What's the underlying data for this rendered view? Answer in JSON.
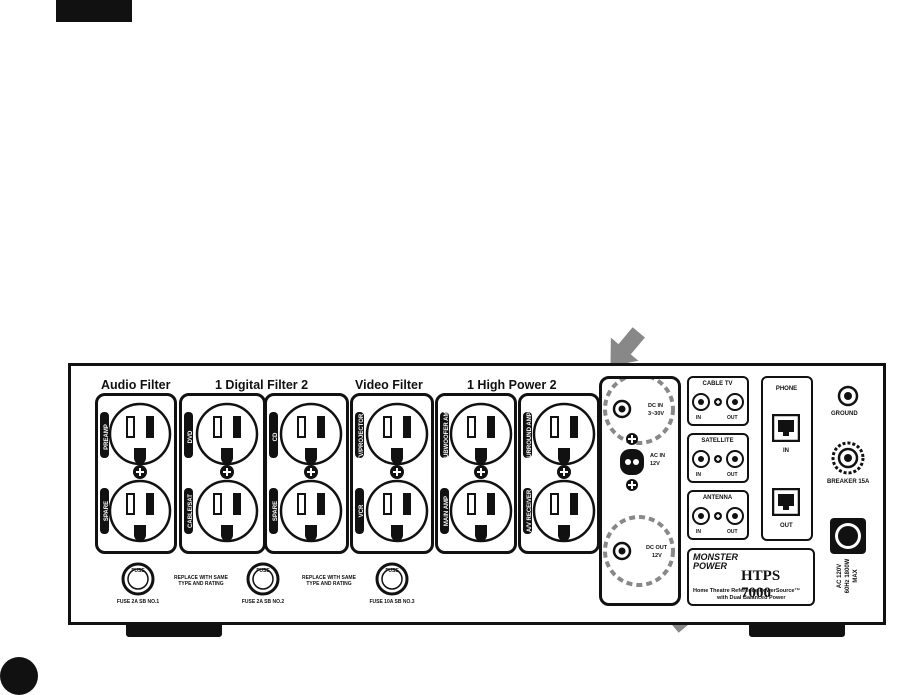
{
  "groups": {
    "audio_filter": "Audio Filter",
    "digital_filter": "1  Digital  Filter  2",
    "video_filter": "Video Filter",
    "high_power": "1   High  Power   2"
  },
  "outlets": [
    {
      "top": "PREAMP",
      "bottom": "SPARE"
    },
    {
      "top": "DVD",
      "bottom": "CABLE/SAT"
    },
    {
      "top": "CD",
      "bottom": "SPARE"
    },
    {
      "top": "TV/PROJECTOR",
      "bottom": "VCR"
    },
    {
      "top": "SUBWOOFER AMP",
      "bottom": "MAIN AMP"
    },
    {
      "top": "SURROUND AMP",
      "bottom": "A/V RECEIVER"
    }
  ],
  "fuses": [
    {
      "label": "FUSE",
      "caption": "FUSE 2A SB NO.1"
    },
    {
      "label": "FUSE",
      "caption": "FUSE 2A SB NO.2"
    },
    {
      "label": "FUSE",
      "caption": "FUSE 10A SB NO.3"
    }
  ],
  "replace_notes": [
    "REPLACE WITH SAME TYPE AND RATING",
    "REPLACE WITH SAME TYPE AND RATING"
  ],
  "dc_in": {
    "line1": "DC IN",
    "line2": "3~30V"
  },
  "ac_in": {
    "line1": "AC IN",
    "line2": "12V"
  },
  "dc_out": {
    "line1": "DC OUT",
    "line2": "12V"
  },
  "coax": {
    "cable_tv": "CABLE TV",
    "satellite": "SATELLITE",
    "antenna": "ANTENNA",
    "in": "IN",
    "out": "OUT"
  },
  "phone": {
    "title": "PHONE",
    "in": "IN",
    "out": "OUT"
  },
  "ground": "GROUND",
  "breaker": "BREAKER 15A",
  "ac_rating": "AC 120V 60Hz 1800W MAX",
  "brand": {
    "logo_line1": "MONSTER",
    "logo_line2": "POWER",
    "model": "HTPS 7000",
    "line1": "Home Theatre Reference PowerSource™",
    "line2": "with Dual Balanced Power"
  },
  "colors": {
    "ink": "#111111",
    "callout": "#888888",
    "white": "#ffffff"
  }
}
